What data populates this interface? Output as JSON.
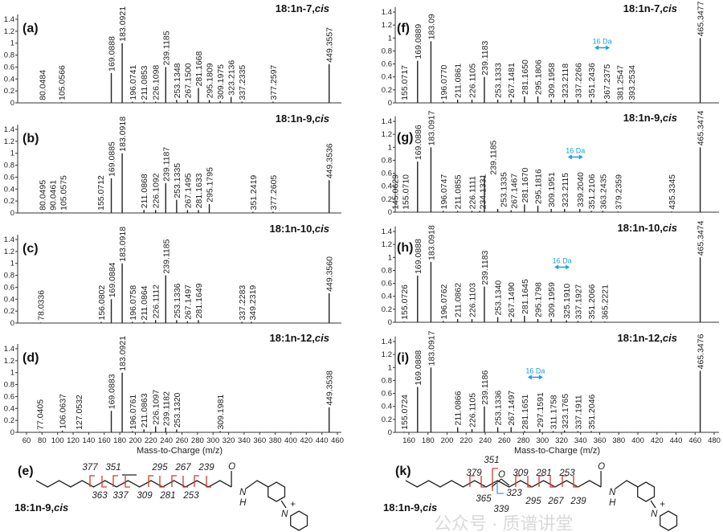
{
  "chart_data": [
    {
      "type": "bar",
      "panel": "(a)",
      "title": "18:1n-7,",
      "title_italic": "cis",
      "side": "left",
      "ylim": [
        0,
        1.4
      ],
      "peaks": [
        [
          "80.0484",
          0.01
        ],
        [
          "105.0566",
          0.01
        ],
        [
          "169.0888",
          0.5
        ],
        [
          "183.0921",
          1.0
        ],
        [
          "196.0741",
          0.02
        ],
        [
          "211.0853",
          0.02
        ],
        [
          "226.1098",
          0.02
        ],
        [
          "239.1185",
          0.6
        ],
        [
          "253.1348",
          0.05
        ],
        [
          "267.1500",
          0.05
        ],
        [
          "281.1668",
          0.25
        ],
        [
          "295.1809",
          0.05
        ],
        [
          "309.1975",
          0.03
        ],
        [
          "323.2136",
          0.1
        ],
        [
          "337.2335",
          0.02
        ],
        [
          "377.2597",
          0.02
        ],
        [
          "449.3557",
          0.65
        ]
      ]
    },
    {
      "type": "bar",
      "panel": "(b)",
      "title": "18:1n-9,",
      "title_italic": "cis",
      "side": "left",
      "ylim": [
        0,
        1.4
      ],
      "peaks": [
        [
          "80.0495",
          0.01
        ],
        [
          "90.0461",
          0.01
        ],
        [
          "105.0575",
          0.01
        ],
        [
          "155.0712",
          0.01
        ],
        [
          "169.0885",
          0.58
        ],
        [
          "183.0918",
          1.0
        ],
        [
          "211.0868",
          0.05
        ],
        [
          "226.1092",
          0.05
        ],
        [
          "239.1187",
          0.5
        ],
        [
          "253.1335",
          0.22
        ],
        [
          "267.1495",
          0.05
        ],
        [
          "281.1633",
          0.05
        ],
        [
          "295.1795",
          0.15
        ],
        [
          "351.2419",
          0.02
        ],
        [
          "377.2605",
          0.02
        ],
        [
          "449.3536",
          0.55
        ]
      ]
    },
    {
      "type": "bar",
      "panel": "(c)",
      "title": "18:1n-10,",
      "title_italic": "cis",
      "side": "left",
      "ylim": [
        0,
        1.4
      ],
      "peaks": [
        [
          "78.0336",
          0.01
        ],
        [
          "156.0802",
          0.02
        ],
        [
          "169.0884",
          0.4
        ],
        [
          "183.0918",
          1.0
        ],
        [
          "196.0758",
          0.02
        ],
        [
          "211.0864",
          0.02
        ],
        [
          "226.1112",
          0.05
        ],
        [
          "239.1185",
          0.8
        ],
        [
          "253.1336",
          0.05
        ],
        [
          "267.1497",
          0.03
        ],
        [
          "281.1649",
          0.05
        ],
        [
          "337.2283",
          0.02
        ],
        [
          "349.2319",
          0.02
        ],
        [
          "449.3560",
          0.5
        ]
      ]
    },
    {
      "type": "bar",
      "panel": "(d)",
      "title": "18:1n-12,",
      "title_italic": "cis",
      "side": "left",
      "ylim": [
        0,
        1.4
      ],
      "xticks": [
        "60",
        "80",
        "100",
        "120",
        "140",
        "160",
        "180",
        "200",
        "220",
        "240",
        "260",
        "280",
        "300",
        "320",
        "340",
        "360",
        "380",
        "400",
        "420",
        "440",
        "460"
      ],
      "xlabel": "Mass-to-Charge (m/z)",
      "peaks": [
        [
          "77.0405",
          0.01
        ],
        [
          "106.0637",
          0.03
        ],
        [
          "127.0532",
          0.01
        ],
        [
          "169.0883",
          0.36
        ],
        [
          "183.0921",
          1.0
        ],
        [
          "196.0761",
          0.02
        ],
        [
          "211.0863",
          0.05
        ],
        [
          "226.1097",
          0.1
        ],
        [
          "239.1182",
          0.08
        ],
        [
          "253.1320",
          0.05
        ],
        [
          "309.1981",
          0.02
        ],
        [
          "449.3538",
          0.42
        ]
      ]
    },
    {
      "type": "bar",
      "panel": "(f)",
      "title": "18:1n-7,",
      "title_italic": "cis",
      "side": "right",
      "ylim": [
        0,
        1.4
      ],
      "annotation": {
        "text": "16 Da",
        "from": 351.2436,
        "to": 367.2375
      },
      "peaks": [
        [
          "155.0717",
          0.01
        ],
        [
          "169.0889",
          0.65
        ],
        [
          "183.09",
          0.95
        ],
        [
          "196.0770",
          0.02
        ],
        [
          "211.0861",
          0.05
        ],
        [
          "226.1105",
          0.05
        ],
        [
          "239.1183",
          0.4
        ],
        [
          "253.1333",
          0.05
        ],
        [
          "267.1481",
          0.05
        ],
        [
          "281.1650",
          0.1
        ],
        [
          "295.1806",
          0.1
        ],
        [
          "309.1958",
          0.05
        ],
        [
          "323.2118",
          0.05
        ],
        [
          "337.2266",
          0.05
        ],
        [
          "351.2436",
          0.05
        ],
        [
          "367.2375",
          0.03
        ],
        [
          "381.2547",
          0.01
        ],
        [
          "393.2534",
          0.01
        ],
        [
          "465.3477",
          1.0
        ]
      ]
    },
    {
      "type": "bar",
      "panel": "(g)",
      "title": "18:1n-9,",
      "title_italic": "cis",
      "side": "right",
      "ylim": [
        0,
        1.4
      ],
      "annotation": {
        "text": "16 Da",
        "from": 323.2115,
        "to": 339.204
      },
      "peaks": [
        [
          "145.0629",
          0.01
        ],
        [
          "155.0710",
          0.01
        ],
        [
          "169.0886",
          0.78
        ],
        [
          "183.0917",
          1.0
        ],
        [
          "196.0747",
          0.02
        ],
        [
          "211.0855",
          0.02
        ],
        [
          "226.1111",
          0.02
        ],
        [
          "234.1331",
          0.02
        ],
        [
          "239.1185",
          0.55
        ],
        [
          "253.1335",
          0.05
        ],
        [
          "267.1467",
          0.03
        ],
        [
          "281.1670",
          0.12
        ],
        [
          "295.1816",
          0.1
        ],
        [
          "309.1951",
          0.05
        ],
        [
          "323.2115",
          0.05
        ],
        [
          "339.2040",
          0.05
        ],
        [
          "351.2106",
          0.02
        ],
        [
          "363.2435",
          0.02
        ],
        [
          "379.2359",
          0.01
        ],
        [
          "435.3345",
          0.01
        ],
        [
          "465.3474",
          1.0
        ]
      ]
    },
    {
      "type": "bar",
      "panel": "(h)",
      "title": "18:1n-10,",
      "title_italic": "cis",
      "side": "right",
      "ylim": [
        0,
        1.4
      ],
      "annotation": {
        "text": "16 Da",
        "from": 309.1959,
        "to": 325.191
      },
      "peaks": [
        [
          "155.0726",
          0.01
        ],
        [
          "169.0888",
          0.72
        ],
        [
          "183.0918",
          0.93
        ],
        [
          "196.0762",
          0.02
        ],
        [
          "211.0862",
          0.05
        ],
        [
          "226.1103",
          0.05
        ],
        [
          "239.1183",
          0.55
        ],
        [
          "253.1340",
          0.08
        ],
        [
          "267.1490",
          0.05
        ],
        [
          "281.1645",
          0.1
        ],
        [
          "295.1798",
          0.05
        ],
        [
          "309.1959",
          0.05
        ],
        [
          "325.1910",
          0.03
        ],
        [
          "337.1927",
          0.02
        ],
        [
          "351.2066",
          0.02
        ],
        [
          "365.2221",
          0.01
        ],
        [
          "465.3474",
          1.0
        ]
      ]
    },
    {
      "type": "bar",
      "panel": "(i)",
      "title": "18:1n-12,",
      "title_italic": "cis",
      "side": "right",
      "ylim": [
        0,
        1.4
      ],
      "annotation": {
        "text": "16 Da",
        "from": 281.1651,
        "to": 297.1591
      },
      "xticks": [
        "160",
        "180",
        "200",
        "220",
        "240",
        "260",
        "280",
        "300",
        "320",
        "340",
        "360",
        "380",
        "400",
        "420",
        "440",
        "460",
        "480"
      ],
      "xlabel": "Mass-to-Charge (m/z)",
      "peaks": [
        [
          "155.0724",
          0.01
        ],
        [
          "169.0888",
          0.7
        ],
        [
          "183.0917",
          1.0
        ],
        [
          "211.0866",
          0.08
        ],
        [
          "226.1105",
          0.05
        ],
        [
          "239.1186",
          0.4
        ],
        [
          "253.1336",
          0.08
        ],
        [
          "267.1497",
          0.08
        ],
        [
          "281.1651",
          0.02
        ],
        [
          "297.1591",
          0.05
        ],
        [
          "311.1758",
          0.02
        ],
        [
          "323.1765",
          0.03
        ],
        [
          "337.1911",
          0.02
        ],
        [
          "351.2046",
          0.02
        ],
        [
          "465.3476",
          0.95
        ]
      ]
    }
  ],
  "yticks": [
    "0",
    "0.2",
    "0.4",
    "0.6",
    "0.8",
    "1",
    "1.2",
    "1.4"
  ],
  "structures": [
    {
      "panel": "(e)",
      "name": "18:1n-9,",
      "name_italic": "cis",
      "above": [
        "377",
        "351",
        "295",
        "267",
        "239"
      ],
      "below": [
        "363",
        "337",
        "309",
        "281",
        "253"
      ],
      "atoms": [
        "O",
        "N",
        "H",
        "N",
        "+"
      ]
    },
    {
      "panel": "(k)",
      "name": "18:1n-9,",
      "name_italic": "cis",
      "above": [
        "379",
        "351",
        "309",
        "281",
        "253"
      ],
      "below": [
        "365",
        "323",
        "339",
        "295",
        "267",
        "239"
      ],
      "atoms": [
        "O",
        "O",
        "N",
        "H",
        "N",
        "+"
      ]
    }
  ],
  "watermark": "公众号 · 质谱讲堂",
  "colors": {
    "cleavage": "#d03a2a",
    "epoxide": "#3a9fd8",
    "annotation": "#1aa0e0"
  }
}
